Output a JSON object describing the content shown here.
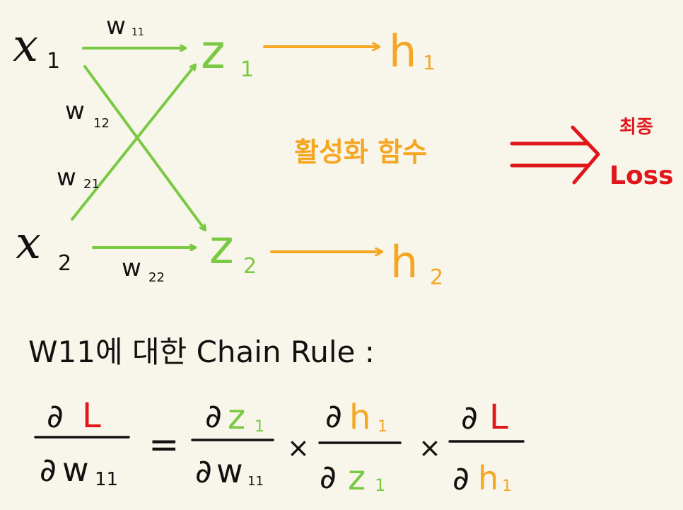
{
  "colors": {
    "background": "#f8f6ea",
    "black": "#111111",
    "green": "#7ac943",
    "orange": "#f5a623",
    "red": "#e0161b"
  },
  "nodes": {
    "x1": {
      "base": "x",
      "sub": "1"
    },
    "x2": {
      "base": "x",
      "sub": "2"
    },
    "z1": {
      "base": "z",
      "sub": "1"
    },
    "z2": {
      "base": "z",
      "sub": "2"
    },
    "h1": {
      "base": "h",
      "sub": "1"
    },
    "h2": {
      "base": "h",
      "sub": "2"
    }
  },
  "weights": {
    "w11": {
      "base": "w",
      "sub": "11"
    },
    "w12": {
      "base": "w",
      "sub": "12"
    },
    "w21": {
      "base": "w",
      "sub": "21"
    },
    "w22": {
      "base": "w",
      "sub": "22"
    }
  },
  "activation_label": "활성화 함수",
  "final_label_top": "최종",
  "final_label_bottom": "Loss",
  "chain_rule_title": "W11에 대한 Chain Rule :",
  "equation": {
    "lhs": {
      "num_d": "∂",
      "num_var": "L",
      "den_d": "∂",
      "den_var": "w",
      "den_sub": "11"
    },
    "equals": "=",
    "times": "×",
    "term1": {
      "num_d": "∂",
      "num_var": "z",
      "num_sub": "1",
      "den_d": "∂",
      "den_var": "w",
      "den_sub": "11"
    },
    "term2": {
      "num_d": "∂",
      "num_var": "h",
      "num_sub": "1",
      "den_d": "∂",
      "den_var": "z",
      "den_sub": "1"
    },
    "term3": {
      "num_d": "∂",
      "num_var": "L",
      "den_d": "∂",
      "den_var": "h",
      "den_sub": "1"
    }
  }
}
